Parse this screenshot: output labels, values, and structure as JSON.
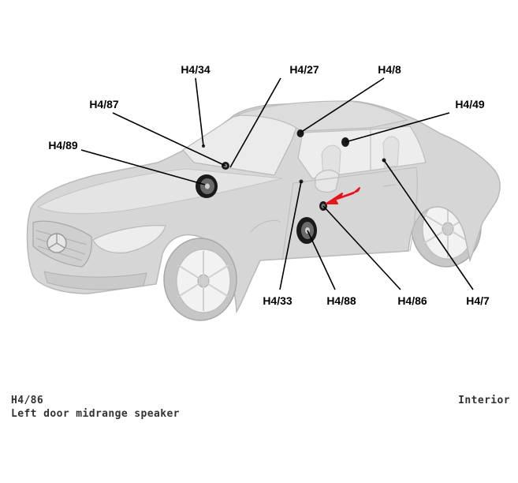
{
  "callouts": [
    {
      "id": "h4-34",
      "label": "H4/34"
    },
    {
      "id": "h4-27",
      "label": "H4/27"
    },
    {
      "id": "h4-8",
      "label": "H4/8"
    },
    {
      "id": "h4-87",
      "label": "H4/87"
    },
    {
      "id": "h4-49",
      "label": "H4/49"
    },
    {
      "id": "h4-89",
      "label": "H4/89"
    },
    {
      "id": "h4-33",
      "label": "H4/33"
    },
    {
      "id": "h4-88",
      "label": "H4/88"
    },
    {
      "id": "h4-86",
      "label": "H4/86"
    },
    {
      "id": "h4-7",
      "label": "H4/7"
    }
  ],
  "caption": {
    "part_code": "H4/86",
    "part_description": "Left door midrange speaker",
    "section": "Interior"
  },
  "highlight": {
    "target": "H4/86",
    "color": "#e8141c"
  },
  "car": {
    "body_color": "#d6d6d6",
    "outline_color": "#b9b9b9",
    "glass_color": "#e9e9e9"
  }
}
